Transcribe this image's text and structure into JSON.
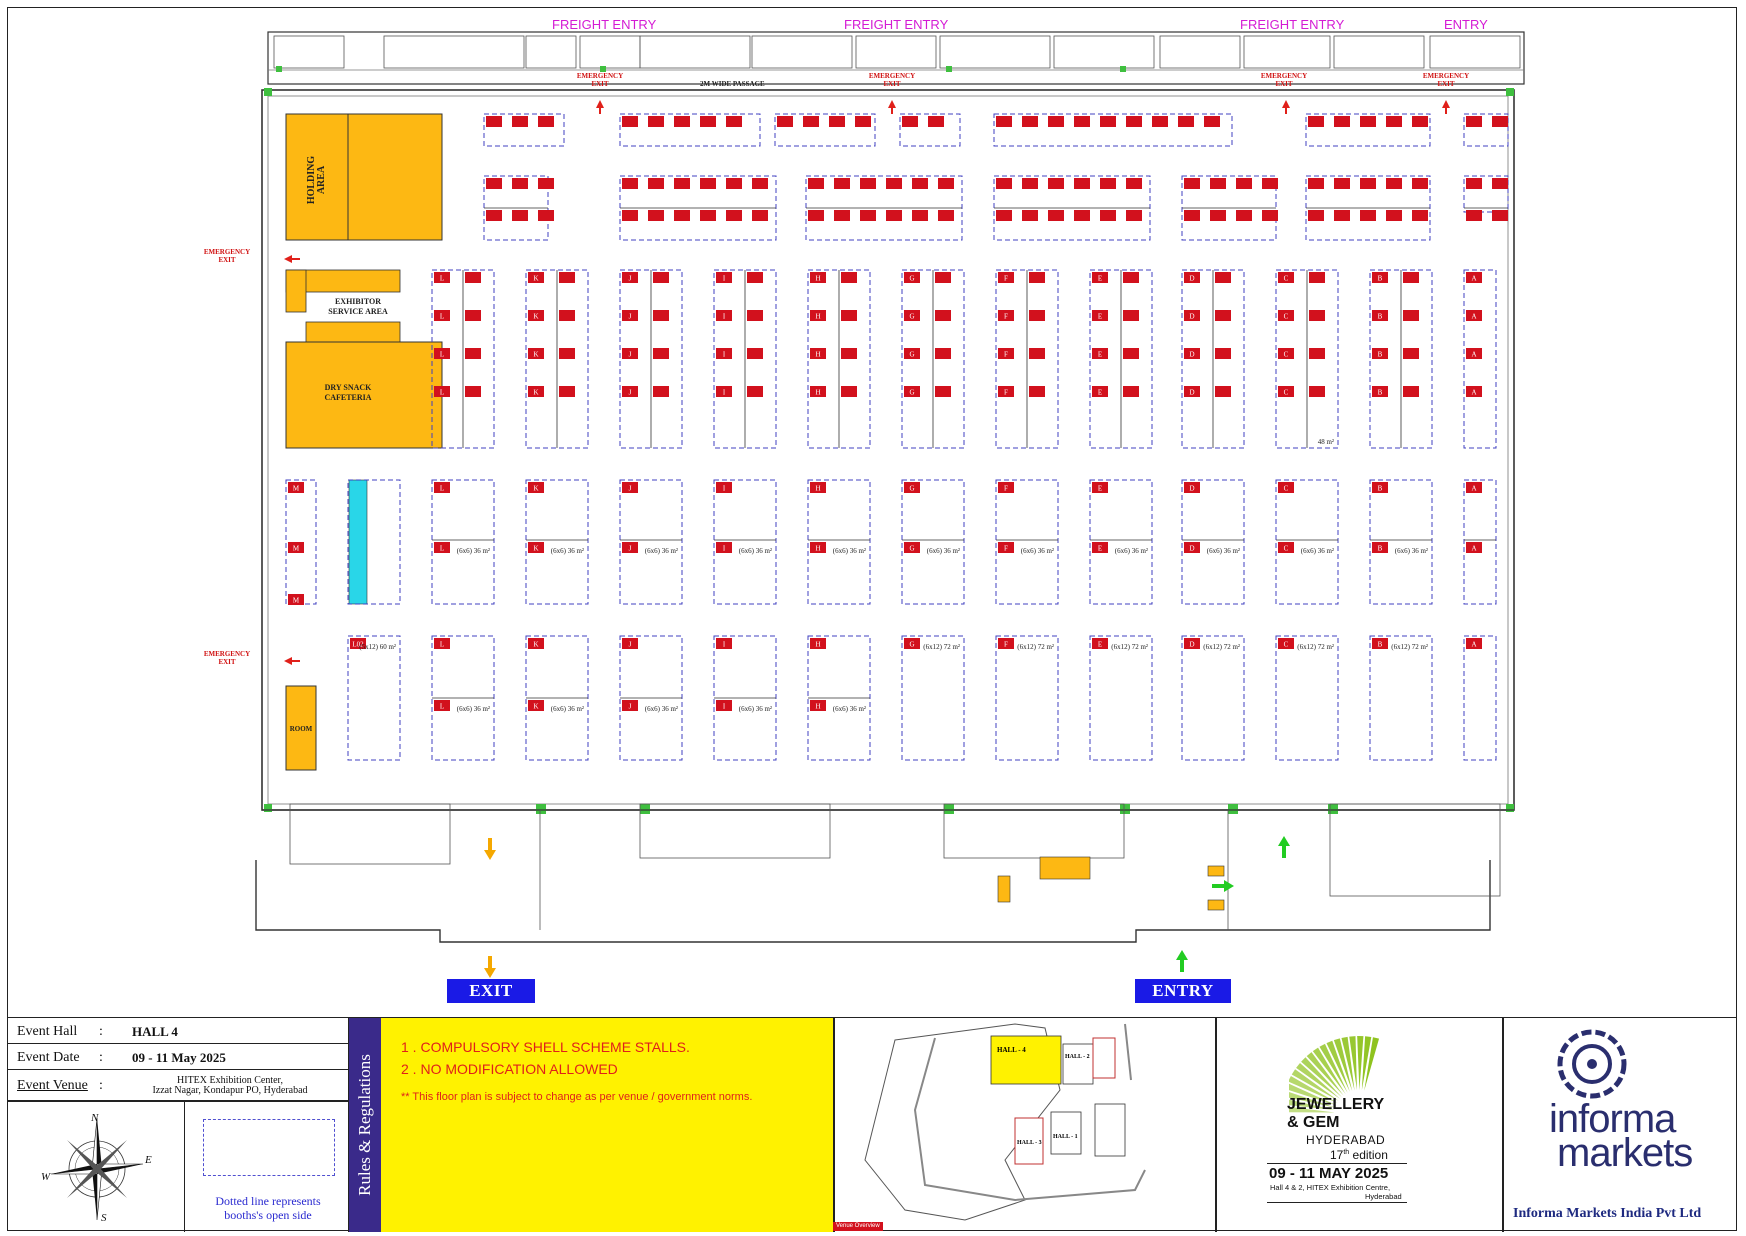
{
  "top_labels": {
    "freight_entry": "FREIGHT ENTRY",
    "entry": "ENTRY",
    "emergency_exit": "EMERGENCY EXIT",
    "passage": "2M WIDE PASSAGE"
  },
  "areas": {
    "holding": "HOLDING AREA",
    "exhibitor_service": "EXHIBITOR SERVICE AREA",
    "cafeteria": "DRY SNACK CAFETERIA",
    "room": "ROOM"
  },
  "bottom_buttons": {
    "exit": "EXIT",
    "entry": "ENTRY"
  },
  "stall_grid": {
    "col_labels": [
      "L",
      "K",
      "J",
      "I",
      "H",
      "G",
      "F",
      "E",
      "D",
      "C",
      "B",
      "A"
    ],
    "row1_size": "(6x6) 36 m²",
    "row2_size": "(6x12) 72 m²",
    "stall_l02": "L02",
    "stall_l02_size": "(5x12) 60 m²",
    "area_48": "48 m²"
  },
  "info": {
    "event_hall_label": "Event Hall",
    "event_hall_value": "HALL 4",
    "event_date_label": "Event Date",
    "event_date_value": "09 - 11 May 2025",
    "event_venue_label": "Event Venue",
    "event_venue_value_line1": "HITEX  Exhibition  Center,",
    "event_venue_value_line2": "Izzat Nagar, Kondapur PO, Hyderabad",
    "colon": ":"
  },
  "compass": {
    "n": "N",
    "s": "S",
    "e": "E",
    "w": "W"
  },
  "legend": {
    "line1": "Dotted line represents",
    "line2": "booths's open side"
  },
  "rules": {
    "tab_label": "Rules & Regulations",
    "rule1": "1 . COMPULSORY SHELL SCHEME STALLS.",
    "rule2": "2 . NO MODIFICATION ALLOWED",
    "note": "** This floor plan is subject to change as per venue / government norms."
  },
  "venue_overview": {
    "caption": "Venue Overview",
    "hall4": "HALL - 4",
    "hall2": "HALL - 2",
    "hall3": "HALL - 3",
    "hall1": "HALL - 1"
  },
  "show": {
    "name_line1": "JEWELLERY",
    "name_line2": "& GEM",
    "city": "HYDERABAD",
    "edition_num": "17",
    "edition_sup": "th",
    "edition_word": "edition",
    "dates": "09 - 11 MAY 2025",
    "venue_line1": "Hall 4 & 2, HITEX Exhibition Centre,",
    "venue_line2": "Hyderabad",
    "accent": "#8fc31f"
  },
  "organizer": {
    "word1": "informa",
    "word2": "markets",
    "company": "Informa Markets India Pvt Ltd",
    "brand_color": "#2a2e6e"
  },
  "colors": {
    "stall_label": "#d2111d",
    "holding": "#fdb813",
    "special_stall": "#29d6e8",
    "booth_dash": "#4040c0",
    "exit_arrow": "#f5a800",
    "entry_arrow": "#22cc22",
    "emergency_arrow": "#e0201a"
  }
}
